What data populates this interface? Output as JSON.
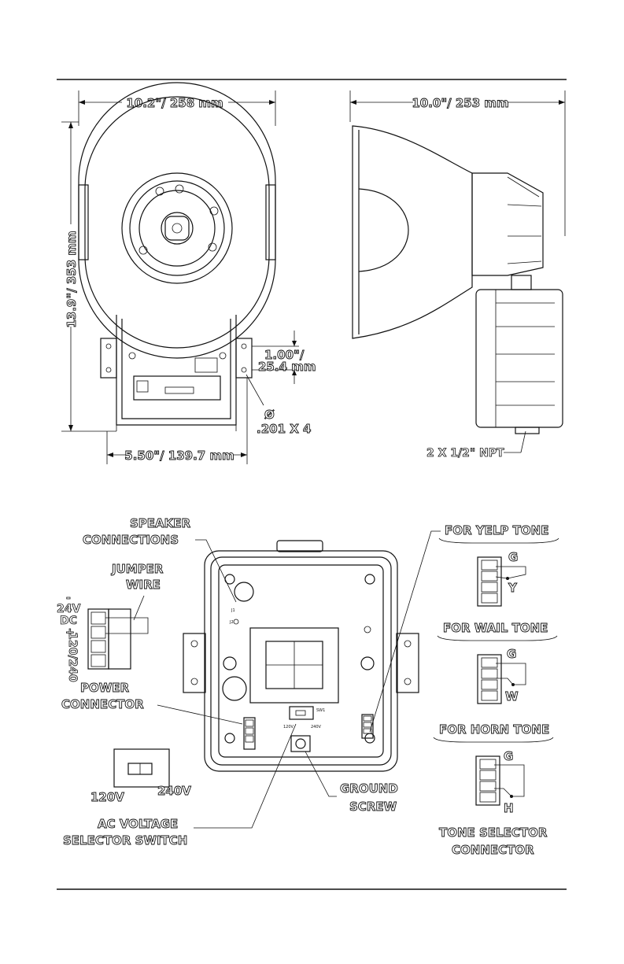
{
  "dimensions": {
    "top_width": "10.2\"/ 258 mm",
    "height": "13.9\"/ 353 mm",
    "side_depth": "10.0\"/ 253 mm",
    "bracket_spacing_line1": "1.00\"/",
    "bracket_spacing_line2": "25.4 mm",
    "hole_diameter_symbol": "Ø",
    "hole_size": ".201 X 4",
    "base_width": "5.50\"/ 139.7 mm",
    "conduit": "2 X 1/2\" NPT"
  },
  "wiring": {
    "speaker_line1": "SPEAKER",
    "speaker_line2": "CONNECTIONS",
    "jumper_line1": "JUMPER",
    "jumper_line2": "WIRE",
    "dc_minus": "-",
    "dc_voltage": "24V",
    "dc_label": "DC",
    "dc_plus": "+",
    "ac_voltage": "120/240",
    "power_line1": "POWER",
    "power_line2": "CONNECTOR",
    "switch_left": "120V",
    "switch_right": "240V",
    "ac_selector_line1": "AC VOLTAGE",
    "ac_selector_line2": "SELECTOR SWITCH",
    "ground_line1": "GROUND",
    "ground_line2": "SCREW",
    "board_120": "120V",
    "board_240": "240V",
    "board_sw": "SW1",
    "board_j1_plus": "J1",
    "board_j2_minus": "J2"
  },
  "tones": {
    "yelp_title": "FOR YELP TONE",
    "yelp_g": "G",
    "yelp_y": "Y",
    "wail_title": "FOR WAIL TONE",
    "wail_g": "G",
    "wail_w": "W",
    "horn_title": "FOR HORN TONE",
    "horn_g": "G",
    "horn_h": "H",
    "selector_line1": "TONE SELECTOR",
    "selector_line2": "CONNECTOR"
  }
}
